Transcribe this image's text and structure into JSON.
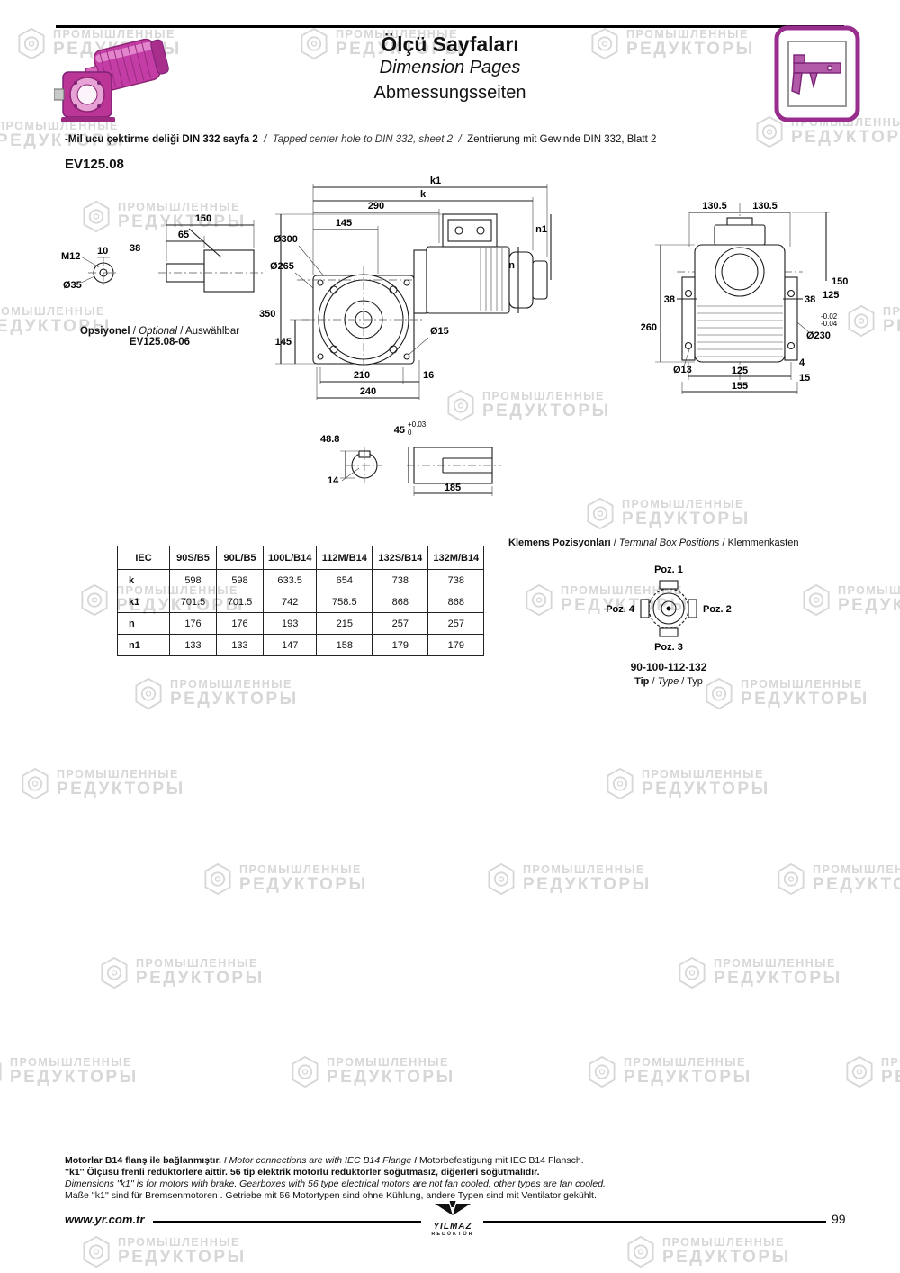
{
  "watermark": {
    "l1": "ПРОМЫШЛЕННЫЕ",
    "l2": "РЕДУКТОРЫ"
  },
  "sep": {
    "slash": "/",
    "bar": "I"
  },
  "header": {
    "title_tr": "Ölçü Sayfaları",
    "title_en": "Dimension Pages",
    "title_de": "Abmessungsseiten"
  },
  "note": {
    "tr": "-Mil ucu çektirme deliği DIN 332 sayfa 2",
    "en": "Tapped center hole to DIN 332, sheet 2",
    "de": "Zentrierung mit Gewinde DIN 332, Blatt 2"
  },
  "model": "EV125.08",
  "optional_drawing": {
    "caption_tr": "Opsiyonel",
    "caption_en": "Optional",
    "caption_de": "Auswählbar",
    "code": "EV125.08-06",
    "dims": {
      "d150": "150",
      "d65": "65",
      "d38": "38",
      "d10": "10",
      "m12": "M12",
      "dia35": "Ø35"
    }
  },
  "main_drawing": {
    "dims": {
      "k1": "k1",
      "k": "k",
      "d290": "290",
      "d145_top": "145",
      "dia300": "Ø300",
      "dia265": "Ø265",
      "d350": "350",
      "d145_left": "145",
      "d210": "210",
      "d16": "16",
      "d240": "240",
      "dia15": "Ø15",
      "n": "n",
      "n1": "n1"
    }
  },
  "front_drawing": {
    "dims": {
      "d130_5_l": "130.5",
      "d130_5_r": "130.5",
      "d150": "150",
      "d125_r": "125",
      "tol_a": "-0.02",
      "tol_b": "-0.04",
      "dia230": "Ø230",
      "d38_l": "38",
      "d38_r": "38",
      "d260": "260",
      "dia13": "Ø13",
      "d125_b": "125",
      "d4": "4",
      "d15": "15",
      "d155": "155"
    }
  },
  "shaft_drawing": {
    "dims": {
      "d48_8": "48.8",
      "d14": "14",
      "d45": "45",
      "tol_top": "+0.03",
      "tol_bot": "0",
      "d185": "185"
    }
  },
  "table": {
    "headers": [
      "IEC",
      "90S/B5",
      "90L/B5",
      "100L/B14",
      "112M/B14",
      "132S/B14",
      "132M/B14"
    ],
    "rows": [
      {
        "label": "k",
        "values": [
          "598",
          "598",
          "633.5",
          "654",
          "738",
          "738"
        ]
      },
      {
        "label": "k1",
        "values": [
          "701.5",
          "701.5",
          "742",
          "758.5",
          "868",
          "868"
        ]
      },
      {
        "label": "n",
        "values": [
          "176",
          "176",
          "193",
          "215",
          "257",
          "257"
        ]
      },
      {
        "label": "n1",
        "values": [
          "133",
          "133",
          "147",
          "158",
          "179",
          "179"
        ]
      }
    ]
  },
  "terminal_box": {
    "title_tr": "Klemens Pozisyonları",
    "title_en": "Terminal Box Positions",
    "title_de": "Klemmenkasten",
    "poz1": "Poz. 1",
    "poz2": "Poz. 2",
    "poz3": "Poz. 3",
    "poz4": "Poz. 4",
    "types": "90-100-112-132",
    "tip_tr": "Tip",
    "tip_en": "Type",
    "tip_de": "Typ"
  },
  "footer": {
    "line1_tr": "Motorlar B14 flanş ile bağlanmıştır.",
    "line1_en": "Motor connections are with IEC B14 Flange",
    "line1_de": "Motorbefestigung mit IEC B14 Flansch.",
    "line2": "''k1'' Ölçüsü frenli redüktörlere aittir. 56 tip elektrik motorlu redüktörler soğutmasız, diğerleri soğutmalıdır.",
    "line3": "Dimensions ''k1'' is for motors with brake. Gearboxes with 56 type electrical motors are not fan cooled, other types are fan cooled.",
    "line4": "Maße ''k1'' sind für Bremsenmotoren . Getriebe mit 56 Motortypen sind ohne Kühlung, andere Typen sind mit Ventilator gekühlt.",
    "website": "www.yr.com.tr",
    "brand": "YILMAZ",
    "brand_sub": "REDÜKTÖR",
    "page": "99"
  }
}
